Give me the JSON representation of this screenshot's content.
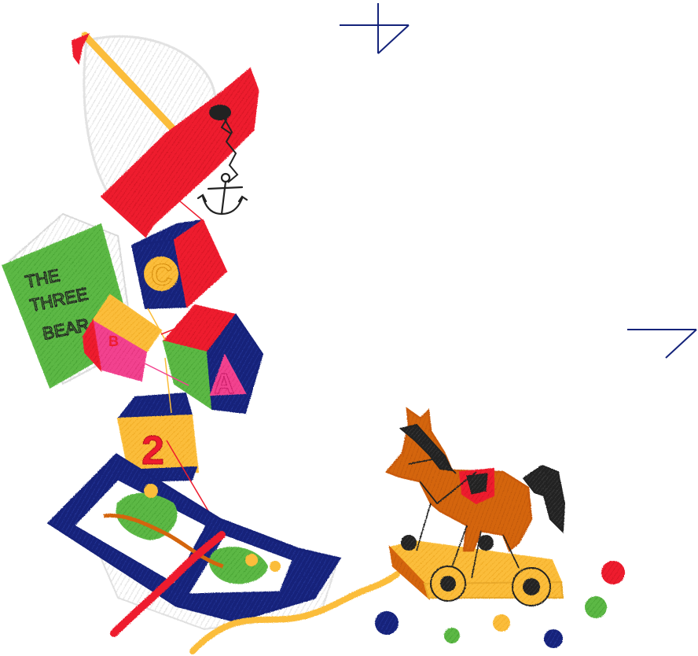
{
  "book": {
    "title_line1": "THE",
    "title_line2": "THREE",
    "title_line3": "BEAR"
  },
  "blocks": {
    "top_letter": "C",
    "middle_letter": "A",
    "pink_letter": "B",
    "bottom_number": "2"
  },
  "colors": {
    "red": "#ee1c2e",
    "navy": "#14237a",
    "green": "#5cb845",
    "yellow": "#fbbd3a",
    "pink": "#f2438f",
    "orange": "#d4650a",
    "black": "#222222",
    "light_gray": "#e6e6e6"
  },
  "icons": {
    "anchor": "anchor-icon",
    "corner_marks": "crop-mark-icon"
  }
}
